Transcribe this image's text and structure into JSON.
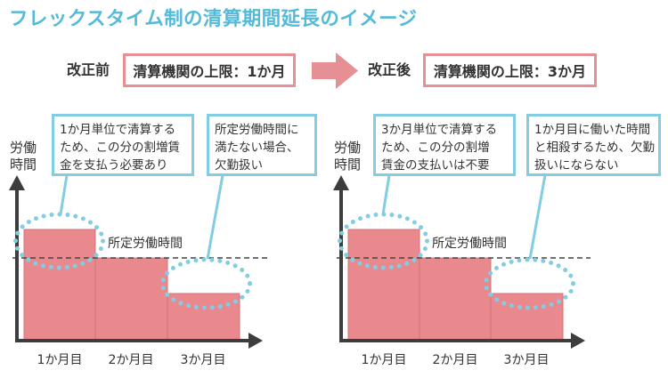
{
  "title": "フレックスタイム制の清算期間延長のイメージ",
  "before": {
    "label": "改正前",
    "limit": "清算機関の上限：1か月"
  },
  "after": {
    "label": "改正後",
    "limit": "清算機関の上限：3か月"
  },
  "panels": [
    {
      "y_axis_label": [
        "労働",
        "時間"
      ],
      "threshold_label": "所定労働時間",
      "x_labels": [
        "1か月目",
        "2か月目",
        "3か月目"
      ],
      "callouts": [
        [
          "1か月単位で清算する",
          "ため、この分の割増賃",
          "金を支払う必要あり"
        ],
        [
          "所定労働時間に",
          "満たない場合、",
          "欠勤扱い"
        ]
      ]
    },
    {
      "y_axis_label": [
        "労働",
        "時間"
      ],
      "threshold_label": "所定労働時間",
      "x_labels": [
        "1か月目",
        "2か月目",
        "3か月目"
      ],
      "callouts": [
        [
          "3か月単位で清算する",
          "ため、この分の割増",
          "賃金の支払いは不要"
        ],
        [
          "1か月目に働いた時間",
          "と相殺するため、欠勤",
          "扱いにならない"
        ]
      ]
    }
  ],
  "colors": {
    "accent": "#54bad9",
    "pink": "#e68f94",
    "bar": "#e9898e",
    "bar-edge": "#d0747a",
    "callout": "#82cde2",
    "axis": "#3d3d3d",
    "text": "#333333"
  }
}
